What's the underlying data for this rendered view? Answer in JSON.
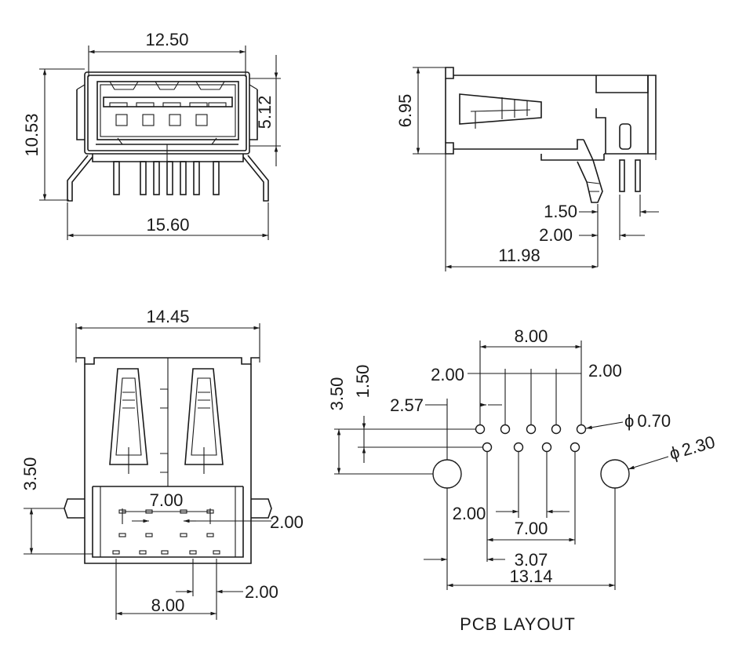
{
  "front_view": {
    "width_top": "12.50",
    "height": "10.53",
    "port_height": "5.12",
    "width_bottom": "15.60"
  },
  "side_view": {
    "height": "6.95",
    "pin_dim_1": "1.50",
    "pin_dim_2": "2.00",
    "depth": "11.98"
  },
  "bottom_view": {
    "width": "14.45",
    "offset": "3.50",
    "pin_span_top": "7.00",
    "pin_pitch_top": "2.00",
    "pin_span_bottom": "8.00",
    "pin_pitch_bottom": "2.00"
  },
  "pcb_layout": {
    "title": "PCB LAYOUT",
    "span_top": "8.00",
    "pitch_left": "2.00",
    "pitch_right": "2.00",
    "row_offset": "3.50",
    "row_gap": "1.50",
    "mount_offset": "2.57",
    "pin_hole": "0.70",
    "mount_hole": "2.30",
    "pitch_bottom": "2.00",
    "span_bottom": "7.00",
    "mount_to_pin": "3.07",
    "mount_span": "13.14",
    "phi": "ϕ"
  }
}
